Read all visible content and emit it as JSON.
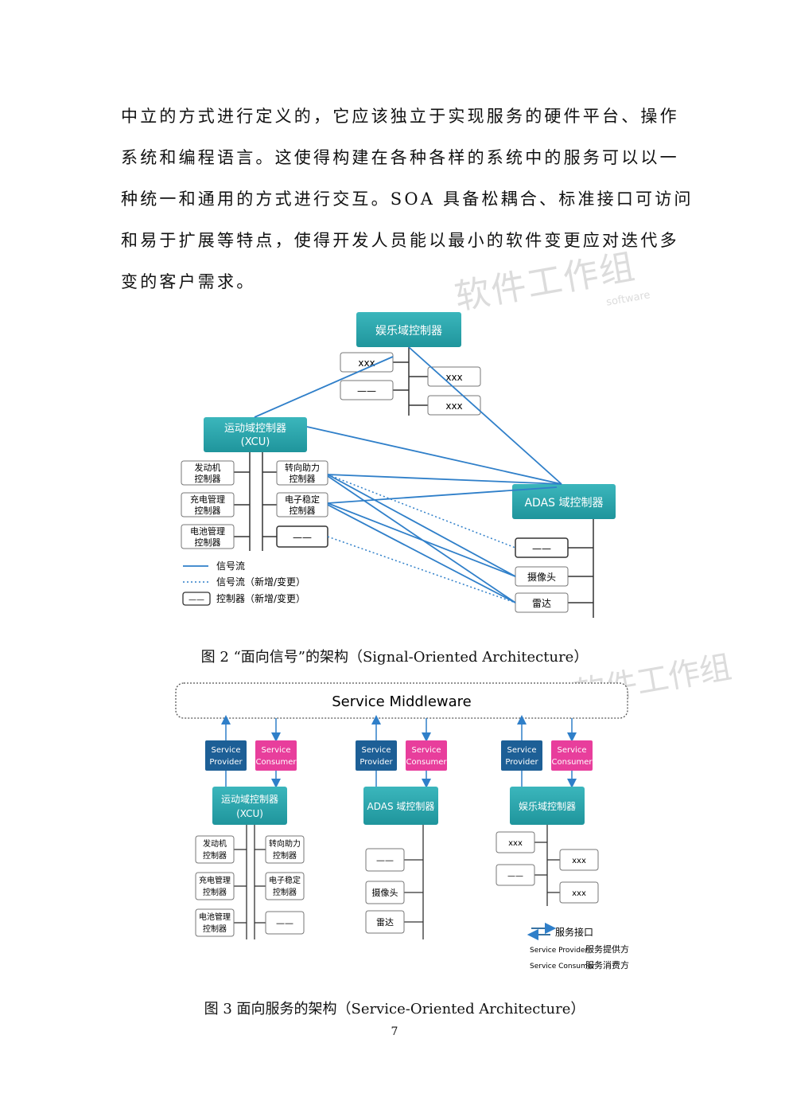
{
  "body_text": {
    "lines": [
      "中立的方式进行定义的，它应该独立于实现服务的硬件平台、操作",
      "系统和编程语言。这使得构建在各种各样的系统中的服务可以以一",
      "种统一和通用的方式进行交互。SOA 具备松耦合、标准接口可访问",
      "和易于扩展等特点，使得开发人员能以最小的软件变更应对迭代多",
      "变的客户需求。"
    ]
  },
  "watermark": {
    "text_cn": "软件工作组",
    "text_en": "software"
  },
  "figure2": {
    "caption": "图 2  “面向信号”的架构（Signal-Oriented Architecture）",
    "entertainment": {
      "title": "娱乐域控制器",
      "box_a": "xxx",
      "box_b": "——",
      "box_c": "xxx",
      "box_d": "xxx"
    },
    "xcu": {
      "title_1": "运动域控制器",
      "title_2": "(XCU)"
    },
    "left_boxes": [
      [
        "发动机",
        "控制器"
      ],
      [
        "充电管理",
        "控制器"
      ],
      [
        "电池管理",
        "控制器"
      ]
    ],
    "right_boxes": [
      [
        "转向助力",
        "控制器"
      ],
      [
        "电子稳定",
        "控制器"
      ],
      [
        "——"
      ]
    ],
    "adas": {
      "title": "ADAS 域控制器",
      "items": [
        "——",
        "摄像头",
        "雷达"
      ]
    },
    "legend": {
      "signal": "信号流",
      "signal_new": "信号流（新增/变更）",
      "controller_new": "控制器（新增/变更）",
      "dash": "——"
    },
    "colors": {
      "box_fill": "#2aa6ad",
      "line": "#2f7fc9"
    }
  },
  "figure3": {
    "caption": "图 3  面向服务的架构（Service-Oriented Architecture）",
    "middleware": "Service Middleware",
    "provider": [
      "Service",
      "Provider"
    ],
    "consumer": [
      "Service",
      "Consumer"
    ],
    "xcu": {
      "title_1": "运动域控制器",
      "title_2": "(XCU)"
    },
    "left_boxes": [
      [
        "发动机",
        "控制器"
      ],
      [
        "充电管理",
        "控制器"
      ],
      [
        "电池管理",
        "控制器"
      ]
    ],
    "right_boxes": [
      [
        "转向助力",
        "控制器"
      ],
      [
        "电子稳定",
        "控制器"
      ],
      [
        "——"
      ]
    ],
    "adas": {
      "title": "ADAS 域控制器",
      "items": [
        "——",
        "摄像头",
        "雷达"
      ]
    },
    "entertainment": {
      "title": "娱乐域控制器",
      "box_a": "xxx",
      "box_b": "——",
      "box_c": "xxx",
      "box_d": "xxx"
    },
    "legend": {
      "interface": "服务接口",
      "provider_en": "Service Provider",
      "provider_cn": "服务提供方",
      "consumer_en": "Service Consumer",
      "consumer_cn": "服务消费方"
    },
    "colors": {
      "provider_fill": "#1d5f96",
      "consumer_fill": "#e83e9c",
      "domain_fill": "#2aa6ad",
      "arrow": "#2f7fc9"
    }
  },
  "page_number": "7"
}
